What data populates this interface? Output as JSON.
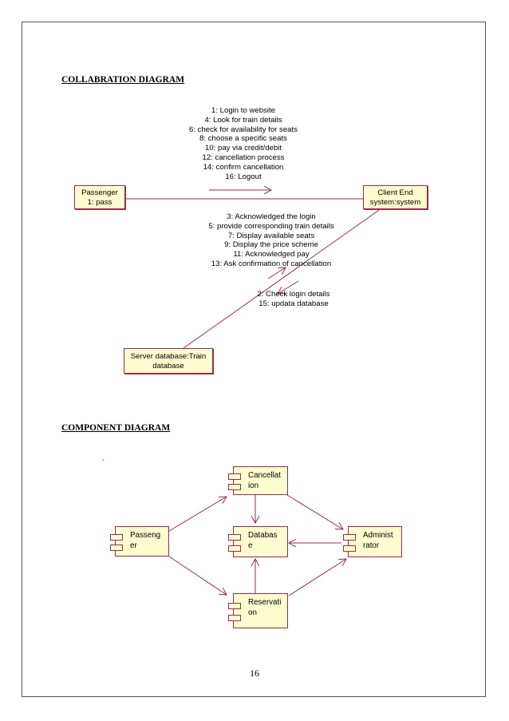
{
  "headings": {
    "collaboration": "COLLABRATION DIAGRAM",
    "component": "COMPONENT DIAGRAM"
  },
  "collaboration": {
    "objects": {
      "passenger": {
        "line1": "Passenger",
        "line2": "1: pass"
      },
      "client": {
        "line1": "Client End",
        "line2": "system:system"
      },
      "server": {
        "line1": "Server database:Train",
        "line2": "database"
      }
    },
    "messages_to_client": [
      "1: Login to website",
      "4: Look for train details",
      "6: check for availability for seats",
      "8: choose a specific  seats",
      "10: pay via credit/debit",
      "12: cancellation process",
      "14: confirm cancellation",
      "16: Logout"
    ],
    "messages_from_client": [
      "3: Acknowledged the login",
      "5: provide corresponding train details",
      "7: Display available seats",
      "9: Display the price scheme",
      "11: Acknowledged pay",
      "13: Ask confirmation of cancellation"
    ],
    "messages_to_server": [
      "2: Check login details",
      "15: updata  database"
    ]
  },
  "component": {
    "mark": "´",
    "cancellation": "Cancellat\nion",
    "passenger": "Passeng\ner",
    "database": "Databas\ne",
    "administrator": "Administ\nrator",
    "reservation": "Reservati\non"
  },
  "colors": {
    "line": "#9a2b4b",
    "fill": "#fffdd0"
  },
  "page_number": "16"
}
